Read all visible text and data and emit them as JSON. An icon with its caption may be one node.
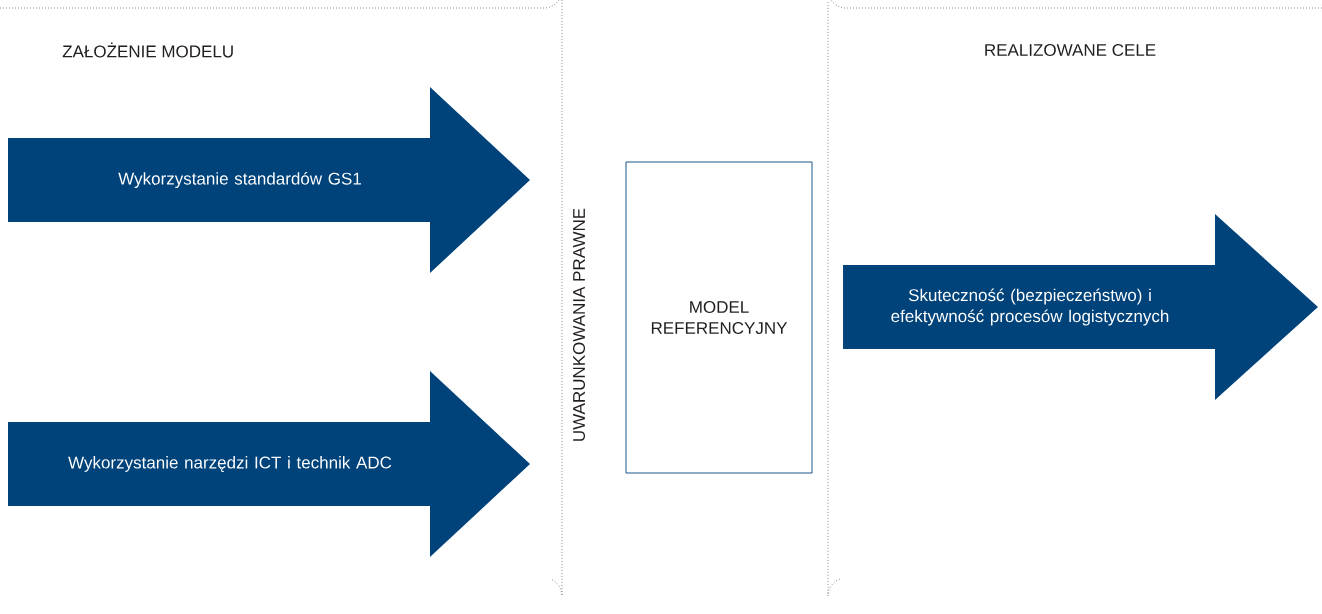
{
  "diagram": {
    "nodes": [
      {
        "text": [
          "ZAŁOŻENIE MODELU"
        ]
      },
      {
        "text": [
          "Wykorzystanie standardów GS1"
        ],
        "in": 0
      },
      {
        "text": [
          "Wykorzystanie narzędzi ICT i technik ADC"
        ],
        "in": 0
      },
      {
        "text": [
          "MODEL REFERENCYJNY"
        ]
      },
      {
        "text": [
          "REALIZOWANE CELE"
        ]
      },
      {
        "text": [
          "Skuteczność (bezpieczeństwo) i efektywność procesów logistycznych"
        ],
        "in": 4
      }
    ],
    "labels": [
      "UWARUNKOWANIA PRAWNE"
    ]
  }
}
